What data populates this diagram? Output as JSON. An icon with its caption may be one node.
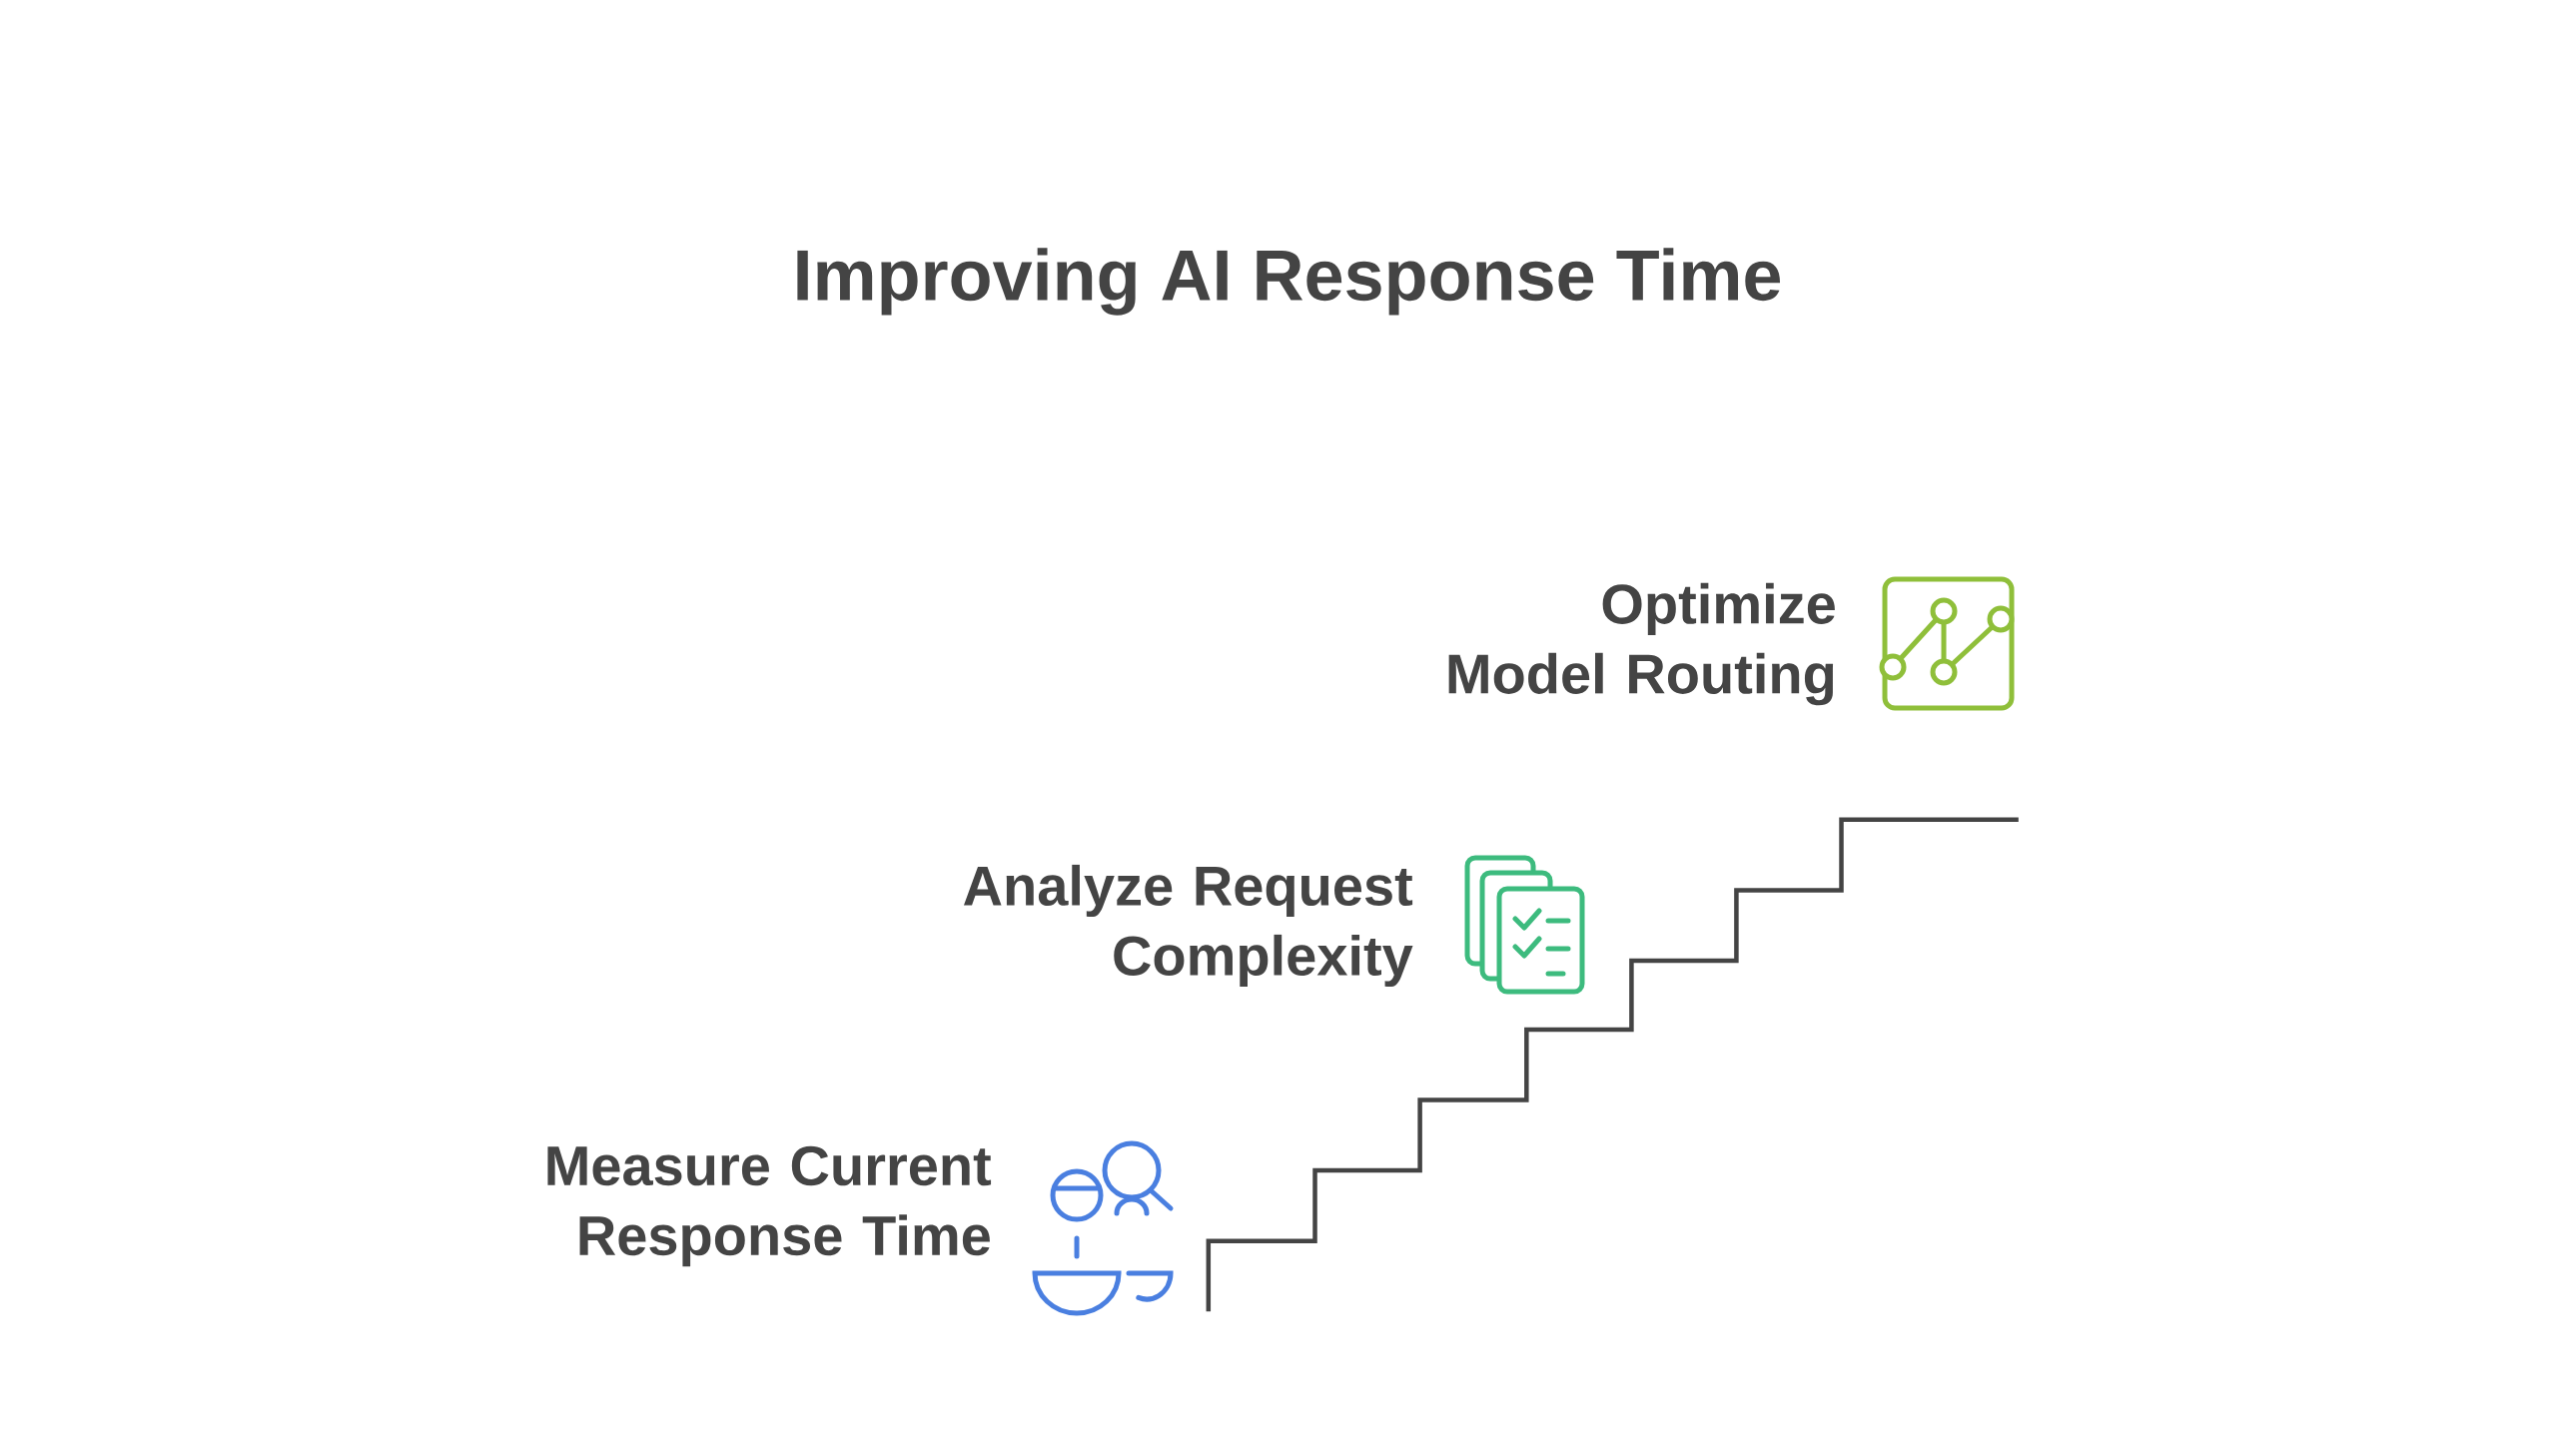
{
  "diagram": {
    "title": "Improving AI Response Time",
    "labels": [
      "Optimize Model Routing",
      "Analyze Request Complexity",
      "Measure Current Response Time"
    ]
  }
}
